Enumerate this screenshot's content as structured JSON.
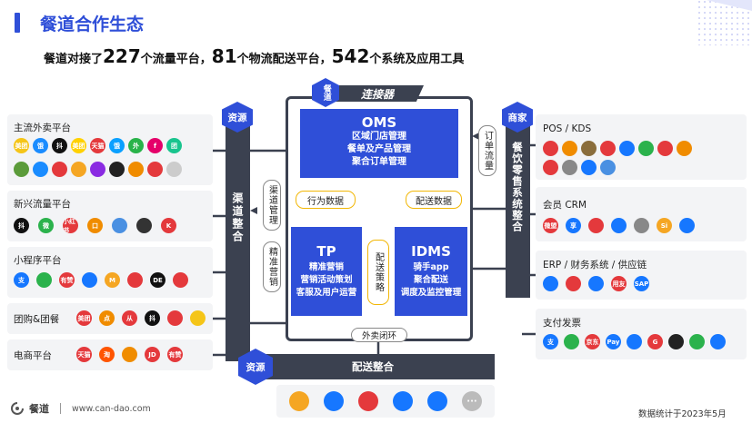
{
  "header": {
    "title": "餐道合作生态",
    "subtitle_parts": [
      "餐道对接了",
      "227",
      "个流量平台，",
      "81",
      "个物流配送平台，",
      "542",
      "个系统及应用工具"
    ]
  },
  "left_panels": [
    {
      "title": "主流外卖平台",
      "logos": [
        [
          "美团",
          "#f5c518"
        ],
        [
          "饿",
          "#1a8cff"
        ],
        [
          "抖",
          "#111"
        ],
        [
          "美团",
          "#ffd100"
        ],
        [
          "天猫",
          "#e4393c"
        ],
        [
          "饿",
          "#0aa0ff"
        ],
        [
          "外",
          "#29b34a"
        ],
        [
          "f",
          "#e5006a"
        ],
        [
          "团",
          "#19c48e"
        ],
        [
          "",
          "#5b9b3a"
        ],
        [
          "",
          "#1a8cff"
        ],
        [
          "",
          "#e4393c"
        ],
        [
          "",
          "#f5a623"
        ],
        [
          "",
          "#8a2be2"
        ],
        [
          "",
          "#222"
        ],
        [
          "",
          "#f08c00"
        ],
        [
          "",
          "#e4393c"
        ],
        [
          "",
          "#ccc"
        ]
      ]
    },
    {
      "title": "新兴流量平台",
      "logos": [
        [
          "抖",
          "#111"
        ],
        [
          "微",
          "#2bb24c"
        ],
        [
          "小红书",
          "#e4393c"
        ],
        [
          "口",
          "#f08c00"
        ],
        [
          "",
          "#4a90e2"
        ],
        [
          "",
          "#333"
        ],
        [
          "K",
          "#e4393c"
        ]
      ]
    },
    {
      "title": "小程序平台",
      "logos": [
        [
          "支",
          "#1677ff"
        ],
        [
          "",
          "#2bb24c"
        ],
        [
          "有赞",
          "#e4393c"
        ],
        [
          "",
          "#1677ff"
        ],
        [
          "M",
          "#f5a623"
        ],
        [
          "",
          "#e4393c"
        ],
        [
          "DE",
          "#111"
        ],
        [
          "",
          "#e4393c"
        ]
      ]
    },
    {
      "title": "团购&团餐",
      "logos": [
        [
          "美团",
          "#e4393c"
        ],
        [
          "点",
          "#f08c00"
        ],
        [
          "从",
          "#e4393c"
        ],
        [
          "抖",
          "#111"
        ],
        [
          "",
          "#e4393c"
        ],
        [
          "",
          "#f5c518"
        ]
      ]
    },
    {
      "title": "电商平台",
      "logos": [
        [
          "天猫",
          "#e4393c"
        ],
        [
          "淘",
          "#ff5500"
        ],
        [
          "",
          "#f08c00"
        ],
        [
          "JD",
          "#e4393c"
        ],
        [
          "有赞",
          "#e4393c"
        ]
      ]
    }
  ],
  "right_panels": [
    {
      "title": "POS / KDS",
      "logos": [
        [
          "",
          "#e4393c"
        ],
        [
          "",
          "#f08c00"
        ],
        [
          "",
          "#8a6d3b"
        ],
        [
          "",
          "#e4393c"
        ],
        [
          "",
          "#1677ff"
        ],
        [
          "",
          "#2bb24c"
        ],
        [
          "",
          "#e4393c"
        ],
        [
          "",
          "#f08c00"
        ],
        [
          "",
          "#e4393c"
        ],
        [
          "",
          "#888"
        ],
        [
          "",
          "#1677ff"
        ],
        [
          "",
          "#4a90e2"
        ]
      ]
    },
    {
      "title": "会员 CRM",
      "logos": [
        [
          "微盟",
          "#e4393c"
        ],
        [
          "享",
          "#1677ff"
        ],
        [
          "",
          "#e4393c"
        ],
        [
          "",
          "#1677ff"
        ],
        [
          "",
          "#888"
        ],
        [
          "Si",
          "#f5a623"
        ],
        [
          "",
          "#1677ff"
        ]
      ]
    },
    {
      "title": "ERP / 财务系统 / 供应链",
      "logos": [
        [
          "",
          "#1677ff"
        ],
        [
          "",
          "#e4393c"
        ],
        [
          "",
          "#1677ff"
        ],
        [
          "用友",
          "#e4393c"
        ],
        [
          "SAP",
          "#1677ff"
        ]
      ]
    },
    {
      "title": "支付发票",
      "logos": [
        [
          "支",
          "#1677ff"
        ],
        [
          "",
          "#2bb24c"
        ],
        [
          "京东",
          "#e4393c"
        ],
        [
          "Pay",
          "#1677ff"
        ],
        [
          "",
          "#1677ff"
        ],
        [
          "G",
          "#e4393c"
        ],
        [
          "",
          "#222"
        ],
        [
          "",
          "#2bb24c"
        ],
        [
          "",
          "#1677ff"
        ]
      ]
    }
  ],
  "hub": {
    "badge": "餐道",
    "banner": "连接器",
    "oms": {
      "title": "OMS",
      "lines": [
        "区域门店管理",
        "餐单及产品管理",
        "聚合订单管理"
      ]
    },
    "tp": {
      "title": "TP",
      "lines": [
        "精准营销",
        "营销活动策划",
        "客服及用户运营"
      ]
    },
    "idms": {
      "title": "IDMS",
      "lines": [
        "骑手app",
        "聚合配送",
        "调度及监控管理"
      ]
    },
    "behavior_data": "行为数据",
    "delivery_data": "配送数据",
    "delivery_strategy": "配送策略",
    "channel_mgmt": "渠道管理",
    "precision_mkt": "精准营销",
    "order_flow": "订单流量",
    "takeaway_loop": "外卖闭环"
  },
  "left_column": {
    "hex": "资源",
    "label": "渠道整合"
  },
  "right_column": {
    "hex": "商家",
    "label": "餐饮零售系统整合"
  },
  "bottom": {
    "hex": "资源",
    "label": "配送整合",
    "logos": [
      [
        "",
        "#f5a623"
      ],
      [
        "",
        "#1677ff"
      ],
      [
        "",
        "#e4393c"
      ],
      [
        "",
        "#1677ff"
      ],
      [
        "",
        "#1677ff"
      ],
      [
        "···",
        "#bbb"
      ]
    ]
  },
  "footer": {
    "brand": "餐道",
    "url": "www.can-dao.com",
    "note": "数据统计于2023年5月"
  }
}
